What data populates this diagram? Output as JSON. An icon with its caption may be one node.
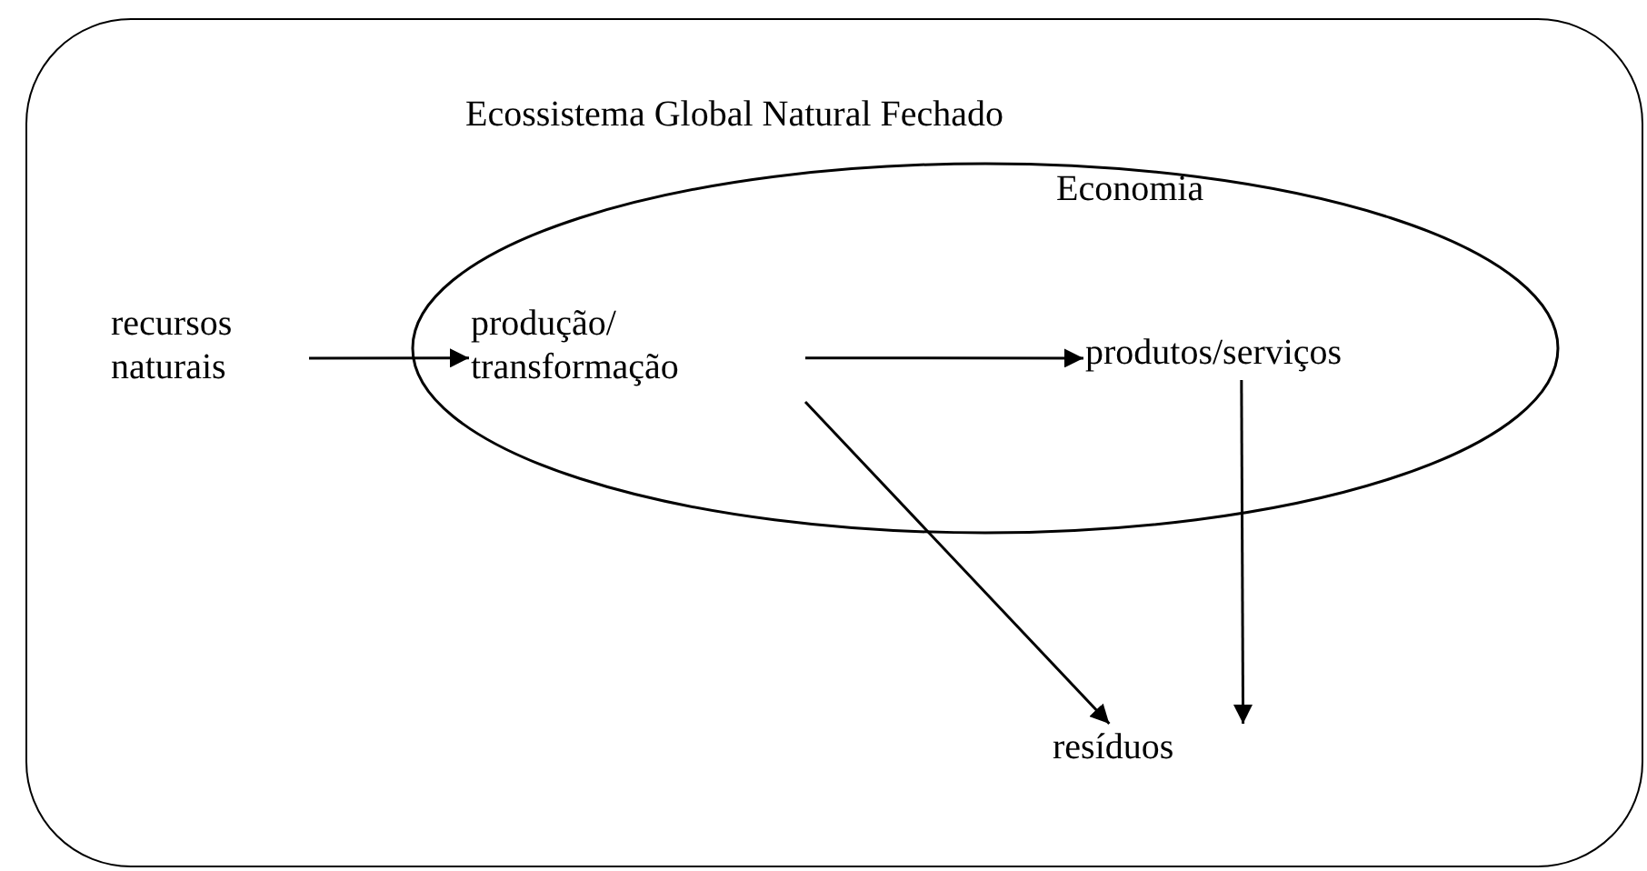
{
  "diagram": {
    "nodes": [
      {
        "text": [
          "Ecossistema Global Natural Fechado"
        ]
      },
      {
        "text": [
          "Economia"
        ],
        "in": 0
      },
      {
        "text": [
          "recursos naturais"
        ],
        "in": 0
      },
      {
        "text": [
          "produção/ transformação"
        ],
        "in": 1
      },
      {
        "text": [
          "produtos/serviços"
        ],
        "in": 1
      },
      {
        "text": [
          "resíduos"
        ],
        "in": 0
      }
    ],
    "edges": [
      {
        "from": 2,
        "to": 3,
        "arrow": "to"
      },
      {
        "from": 3,
        "to": 4,
        "arrow": "to"
      },
      {
        "from": 3,
        "to": 5,
        "arrow": "to"
      },
      {
        "from": 4,
        "to": 5,
        "arrow": "to"
      }
    ]
  }
}
